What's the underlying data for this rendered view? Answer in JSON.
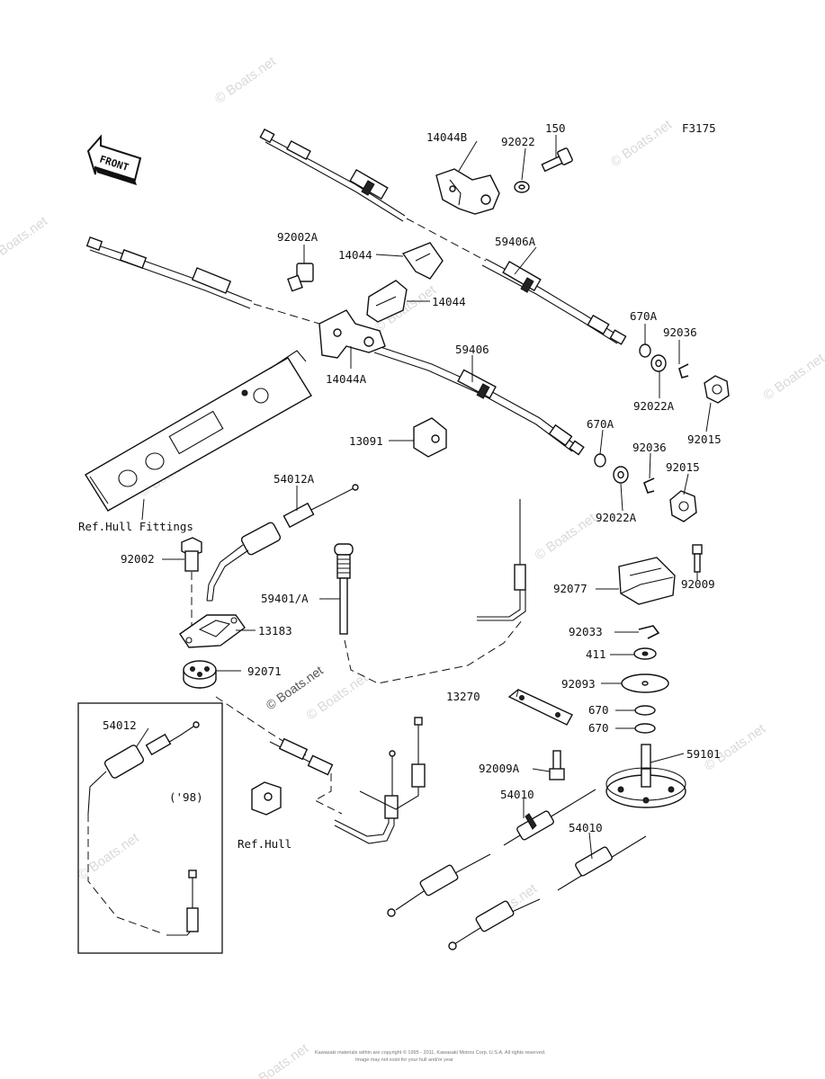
{
  "figure_code": "F3175",
  "front_label": "FRONT",
  "watermark_text": "© Boats.net",
  "footer_line1": "Kawasaki materials within are copyright © 1995 - 2011, Kawasaki Motors Corp. U.S.A. All rights reserved.",
  "footer_line2": "Image may not exist for your hull and/or year",
  "labels": {
    "p14044B": "14044B",
    "p92022": "92022",
    "p150": "150",
    "p92002A": "92002A",
    "p14044_top": "14044",
    "p14044_right": "14044",
    "p59406A": "59406A",
    "p670A_top": "670A",
    "p92036_top": "92036",
    "p14044A": "14044A",
    "p59406": "59406",
    "p92022A_top": "92022A",
    "p92015_top": "92015",
    "p13091": "13091",
    "p670A_bottom": "670A",
    "p92036_bottom": "92036",
    "p92015_bottom": "92015",
    "p92022A_bottom": "92022A",
    "p54012A": "54012A",
    "ref_hull_fittings": "Ref.Hull Fittings",
    "p92002": "92002",
    "p59401A": "59401/A",
    "p92077": "92077",
    "p92009": "92009",
    "p13183": "13183",
    "p92033": "92033",
    "p411": "411",
    "p92071": "92071",
    "p92093": "92093",
    "p13270": "13270",
    "p670_a": "670",
    "p670_b": "670",
    "p54012": "54012",
    "p59101": "59101",
    "p92009A": "92009A",
    "year_98": "('98)",
    "p54010_a": "54010",
    "p54010_b": "54010",
    "ref_hull": "Ref.Hull"
  }
}
